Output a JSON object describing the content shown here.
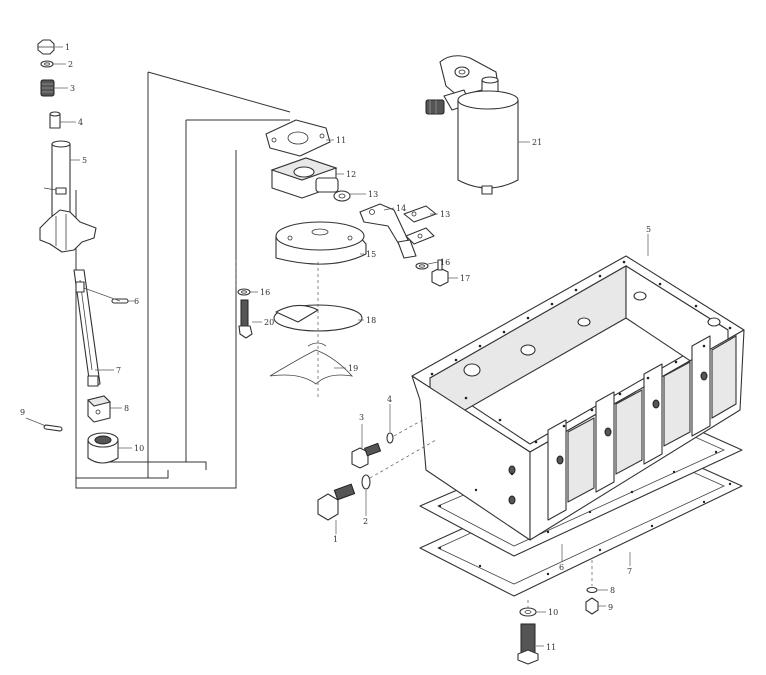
{
  "callouts": {
    "c1": "1",
    "c2": "2",
    "c3": "3",
    "c4": "4",
    "c5": "5",
    "c6": "6",
    "c7": "7",
    "c8": "8",
    "c9": "9",
    "c10": "10",
    "c11": "11",
    "c12": "12",
    "c13": "13",
    "c14": "14",
    "c15": "15",
    "c16": "16",
    "c17": "17",
    "c18": "18",
    "c19": "19",
    "c20": "20",
    "c21": "21",
    "pan5": "5",
    "pan3": "3",
    "pan4": "4",
    "pan1": "1",
    "pan2": "2",
    "pan6": "6",
    "pan7": "7",
    "pan8": "8",
    "pan9": "9",
    "pan10": "10",
    "pan11": "11"
  }
}
